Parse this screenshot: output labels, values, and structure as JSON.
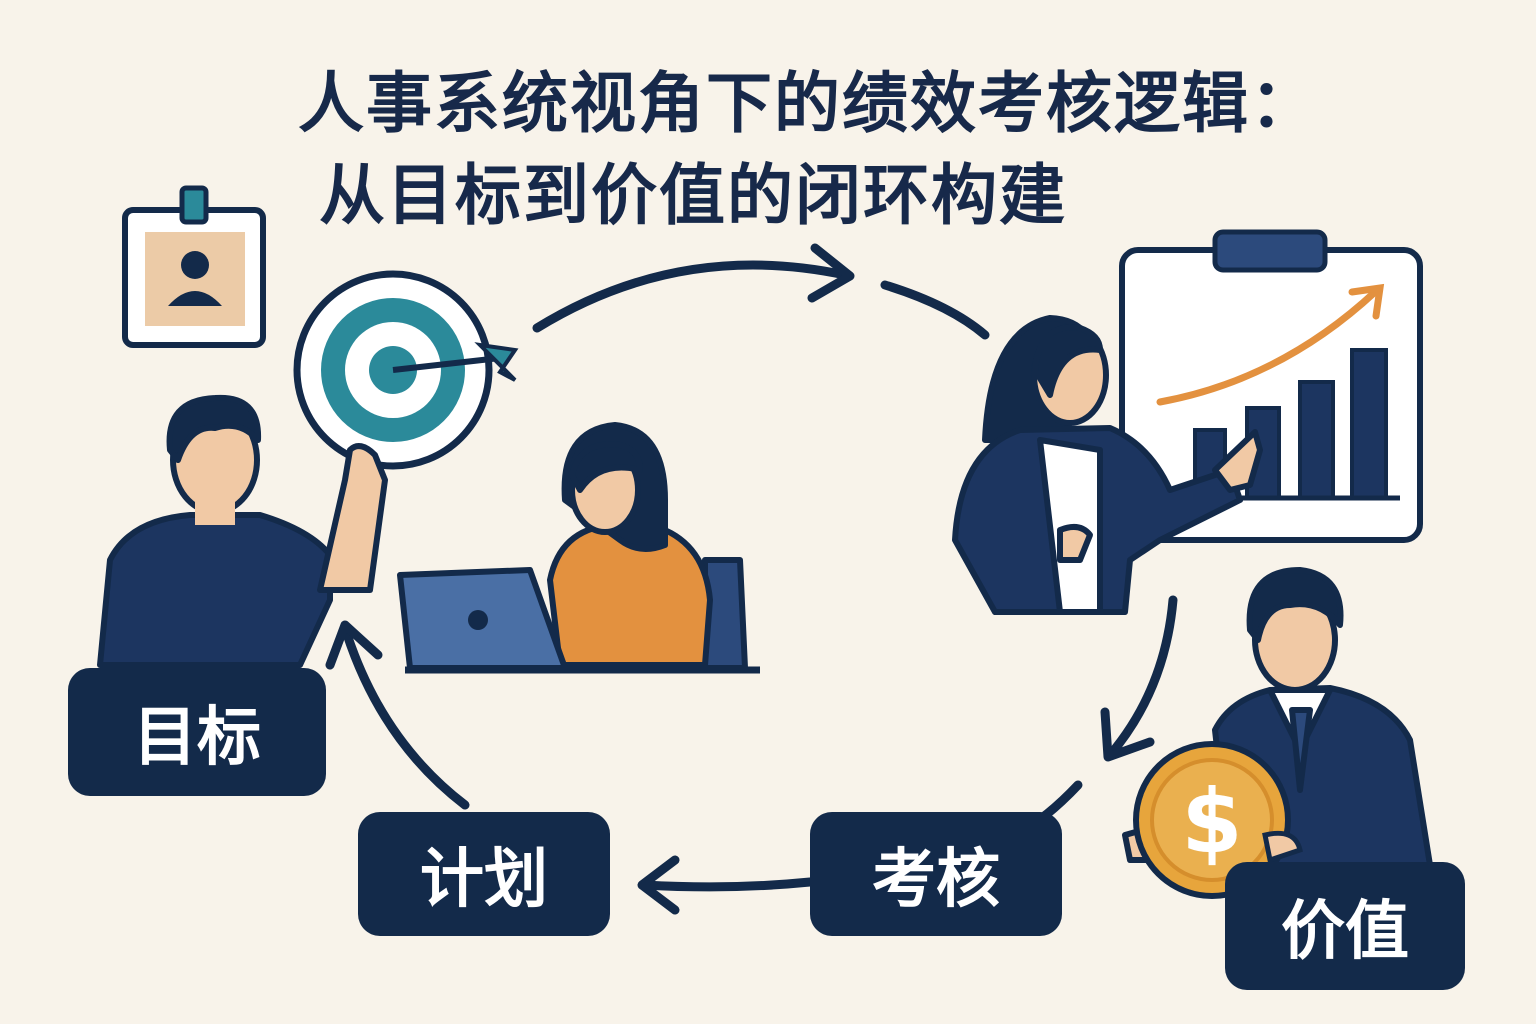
{
  "title": {
    "line1": "人事系统视角下的绩效考核逻辑：",
    "line2": "从目标到价值的闭环构建"
  },
  "cycle_labels": {
    "goal": "目标",
    "plan": "计划",
    "review": "考核",
    "value": "价值"
  },
  "icons": {
    "money": "$"
  },
  "colors": {
    "background": "#f8f3ea",
    "navy": "#132a4a",
    "teal": "#2b8a9a",
    "orange": "#e3913f",
    "gold": "#e7a53c"
  }
}
